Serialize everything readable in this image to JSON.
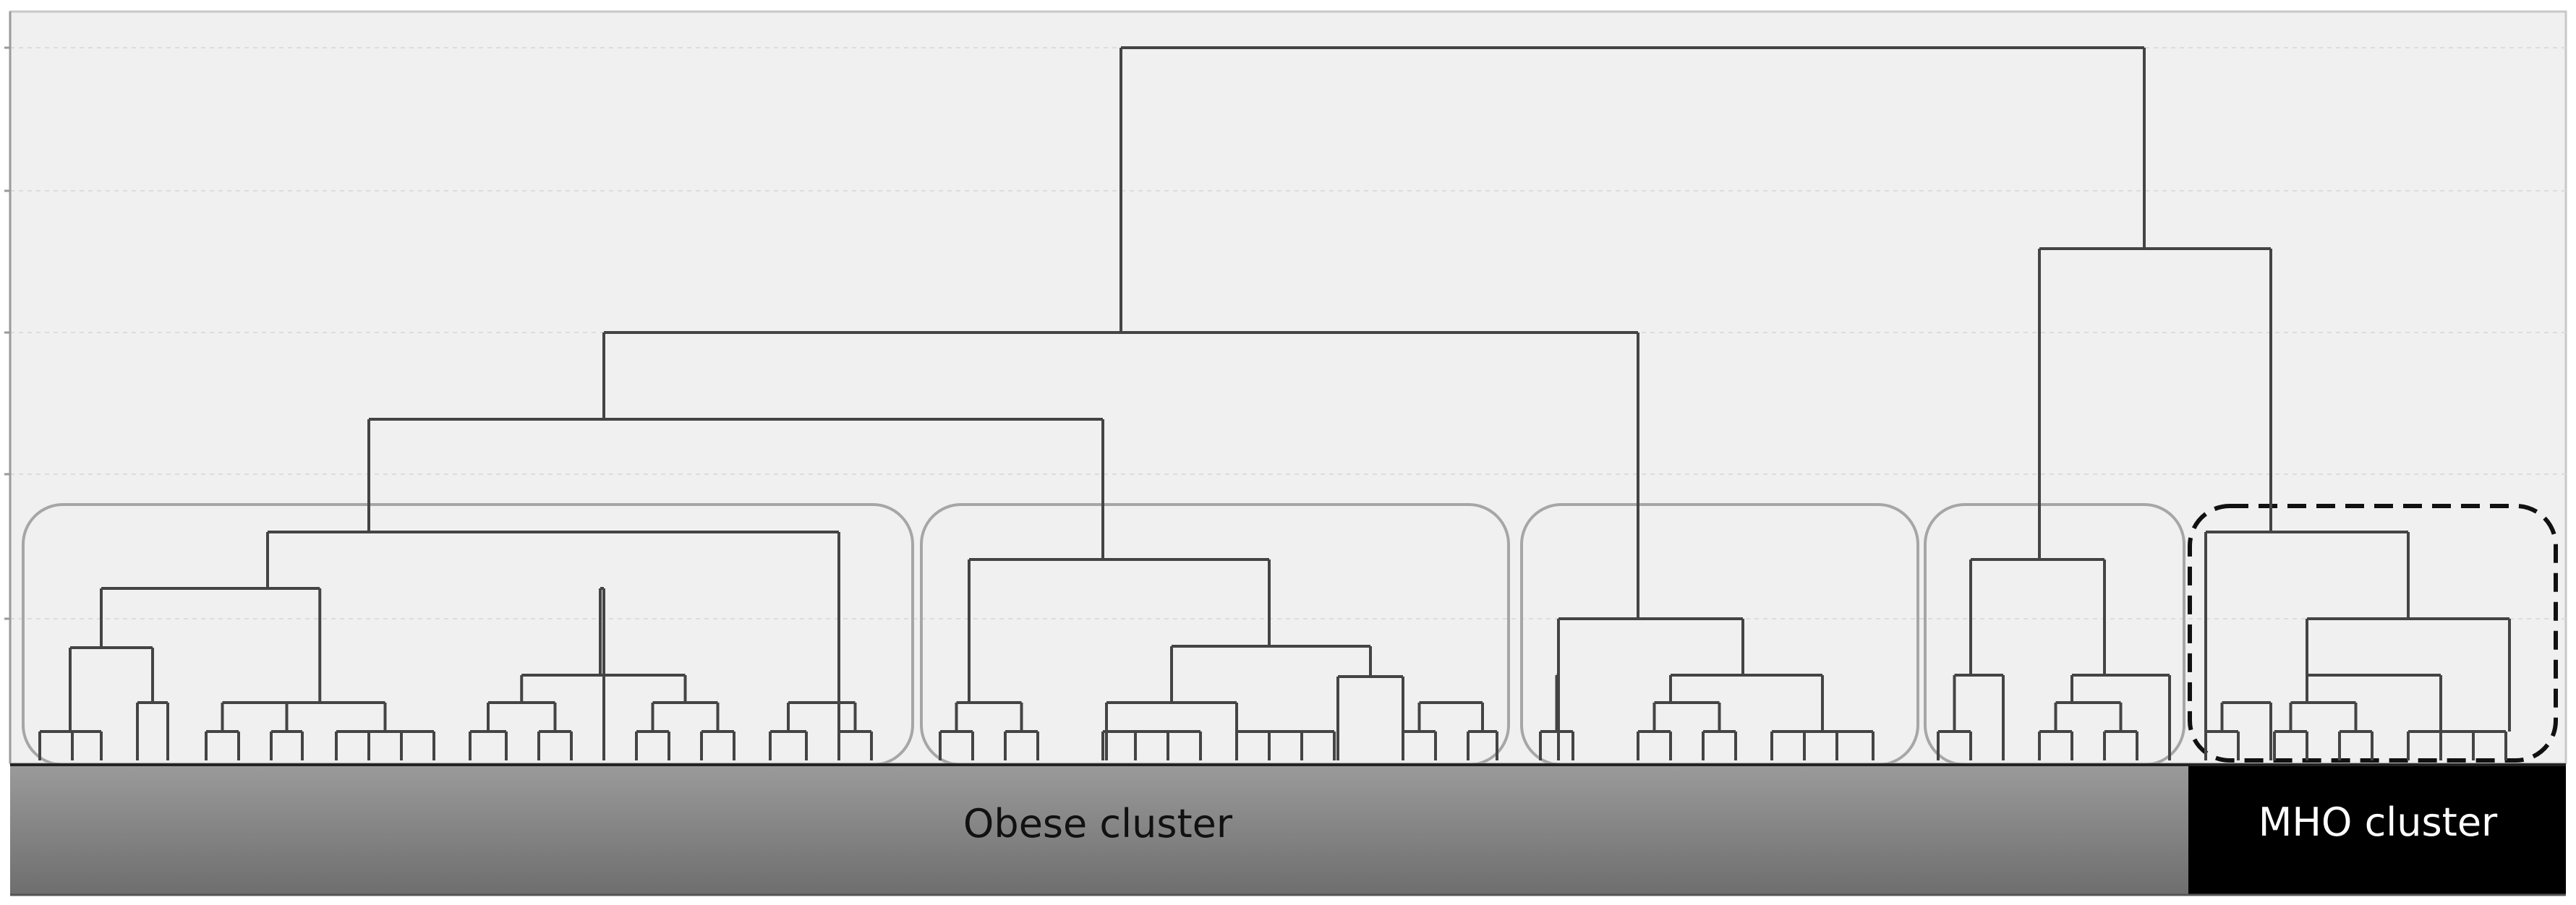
{
  "diagram": {
    "type": "dendrogram",
    "groups": [
      {
        "label": "Obese cluster",
        "color": "#8c8c8c",
        "text_color": "#111111"
      },
      {
        "label": "MHO cluster",
        "color": "#000000",
        "text_color": "#ffffff"
      }
    ],
    "highlighted_group": "MHO cluster",
    "colors": {
      "plot_background": "#f0f0f0",
      "branch": "#444444",
      "group_box": "#a6a6a6",
      "gridline": "#dcdcdc",
      "highlight_box": "#111111"
    }
  }
}
